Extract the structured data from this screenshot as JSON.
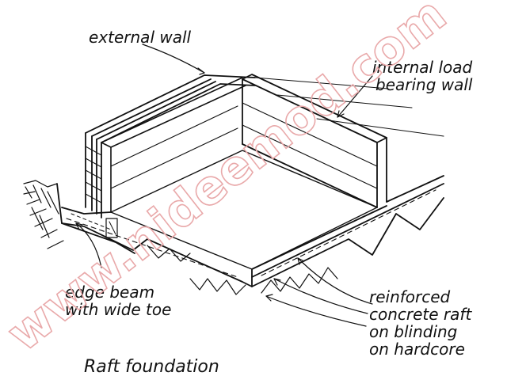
{
  "labels": {
    "external_wall": "external wall",
    "internal_wall_line1": "internal load",
    "internal_wall_line2": "bearing wall",
    "edge_beam_line1": "edge beam",
    "edge_beam_line2": "with wide toe",
    "raft_line1": "reinforced",
    "raft_line2": "concrete raft",
    "raft_line3": "on blinding",
    "raft_line4": "on hardcore",
    "caption": "Raft foundation"
  },
  "watermark": "www.nideemod.com",
  "colors": {
    "ink": "#111111",
    "watermark": "#e9a9aa",
    "background": "#ffffff"
  }
}
